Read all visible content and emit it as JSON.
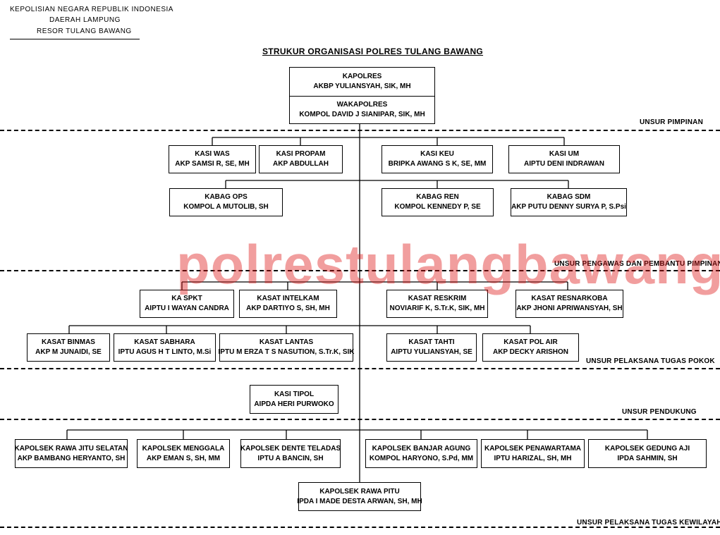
{
  "header": {
    "line1": "KEPOLISIAN NEGARA REPUBLIK INDONESIA",
    "line2": "DAERAH LAMPUNG",
    "line3": "RESOR TULANG BAWANG"
  },
  "title": "STRUKUR ORGANISASI POLRES TULANG BAWANG",
  "watermark": "polrestulangbawang.net",
  "sections": {
    "pimpinan": "UNSUR PIMPINAN",
    "pengawas": "UNSUR PENGAWAS DAN PEMBANTU PIMPINAN",
    "pokok": "UNSUR PELAKSANA TUGAS POKOK",
    "pendukung": "UNSUR PENDUKUNG",
    "kewilayahan": "UNSUR PELAKSANA TUGAS KEWILAYAHAN"
  },
  "boxes": {
    "kapolres": {
      "role": "KAPOLRES",
      "name": "AKBP YULIANSYAH, SIK, MH"
    },
    "wakapolres": {
      "role": "WAKAPOLRES",
      "name": "KOMPOL DAVID J SIANIPAR, SIK, MH"
    },
    "kasi_was": {
      "role": "KASI WAS",
      "name": "AKP SAMSI R, SE, MH"
    },
    "kasi_propam": {
      "role": "KASI PROPAM",
      "name": "AKP ABDULLAH"
    },
    "kasi_keu": {
      "role": "KASI KEU",
      "name": "BRIPKA AWANG S K, SE, MM"
    },
    "kasi_um": {
      "role": "KASI UM",
      "name": "AIPTU DENI INDRAWAN"
    },
    "kabag_ops": {
      "role": "KABAG OPS",
      "name": "KOMPOL A MUTOLIB, SH"
    },
    "kabag_ren": {
      "role": "KABAG REN",
      "name": "KOMPOL KENNEDY P, SE"
    },
    "kabag_sdm": {
      "role": "KABAG SDM",
      "name": "AKP PUTU DENNY SURYA P, S.Psi"
    },
    "ka_spkt": {
      "role": "KA SPKT",
      "name": "AIPTU I WAYAN CANDRA"
    },
    "kasat_intelkam": {
      "role": "KASAT INTELKAM",
      "name": "AKP DARTIYO S, SH, MH"
    },
    "kasat_reskrim": {
      "role": "KASAT RESKRIM",
      "name": "NOVIARIF K, S.Tr.K, SIK, MH"
    },
    "kasat_resnarkoba": {
      "role": "KASAT RESNARKOBA",
      "name": "AKP  JHONI APRIWANSYAH, SH"
    },
    "kasat_binmas": {
      "role": "KASAT BINMAS",
      "name": "AKP M JUNAIDI, SE"
    },
    "kasat_sabhara": {
      "role": "KASAT SABHARA",
      "name": "IPTU  AGUS  H T LINTO, M.Si"
    },
    "kasat_lantas": {
      "role": "KASAT LANTAS",
      "name": "IPTU M ERZA T S NASUTION, S.Tr.K, SIK"
    },
    "kasat_tahti": {
      "role": "KASAT TAHTI",
      "name": "AIPTU YULIANSYAH, SE"
    },
    "kasat_polair": {
      "role": "KASAT POL AIR",
      "name": "AKP DECKY ARISHON"
    },
    "kasi_tipol": {
      "role": "KASI TIPOL",
      "name": "AIPDA HERI PURWOKO"
    },
    "kapolsek_rawa_jitu": {
      "role": "KAPOLSEK RAWA JITU SELATAN",
      "name": "AKP BAMBANG HERYANTO, SH"
    },
    "kapolsek_menggala": {
      "role": "KAPOLSEK MENGGALA",
      "name": "AKP EMAN S, SH, MM"
    },
    "kapolsek_dente": {
      "role": "KAPOLSEK DENTE TELADAS",
      "name": "IPTU A BANCIN, SH"
    },
    "kapolsek_banjar": {
      "role": "KAPOLSEK BANJAR AGUNG",
      "name": "KOMPOL HARYONO, S.Pd, MM"
    },
    "kapolsek_penawar": {
      "role": "KAPOLSEK PENAWARTAMA",
      "name": "IPTU HARIZAL,  SH, MH"
    },
    "kapolsek_gedung": {
      "role": "KAPOLSEK GEDUNG AJI",
      "name": "IPDA SAHMIN, SH"
    },
    "kapolsek_rawa_pitu": {
      "role": "KAPOLSEK RAWA PITU",
      "name": "IPDA I MADE DESTA ARWAN, SH, MH"
    }
  }
}
